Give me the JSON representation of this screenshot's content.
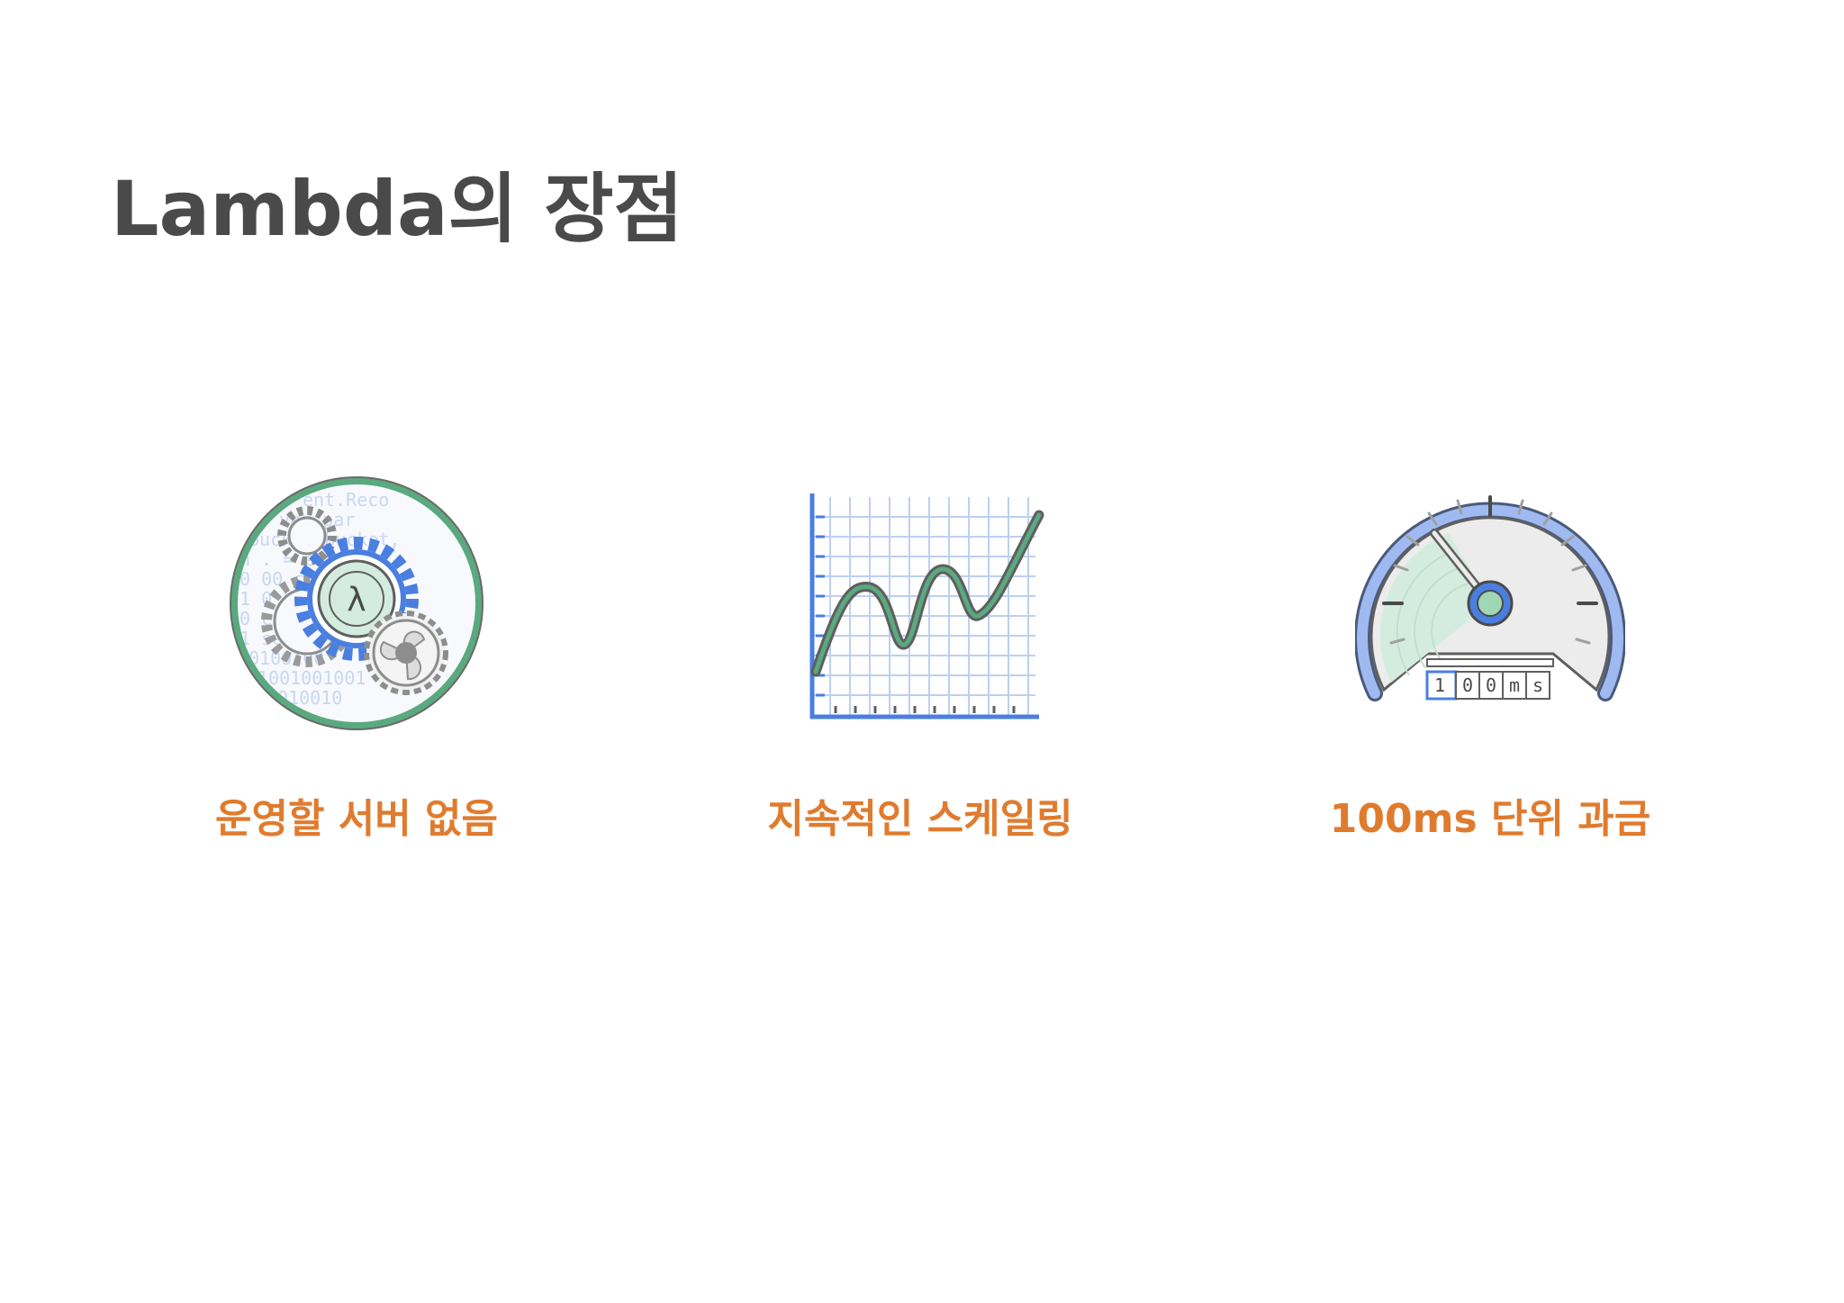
{
  "slide": {
    "title": "Lambda의 장점"
  },
  "features": [
    {
      "caption": "운영할 서버 없음",
      "icon": "gears-lambda-icon"
    },
    {
      "caption": "지속적인 스케일링",
      "icon": "scaling-chart-icon"
    },
    {
      "caption": "100ms 단위 과금",
      "icon": "speedometer-icon"
    }
  ],
  "meter_digits": [
    "1",
    "0",
    "0",
    "m",
    "s"
  ],
  "colors": {
    "title": "#4a4a4a",
    "caption": "#e07b2e",
    "green": "#5aa97f",
    "blue": "#4a7fe0",
    "mint": "#d4ecdf",
    "grid": "#a9c4f0"
  }
}
